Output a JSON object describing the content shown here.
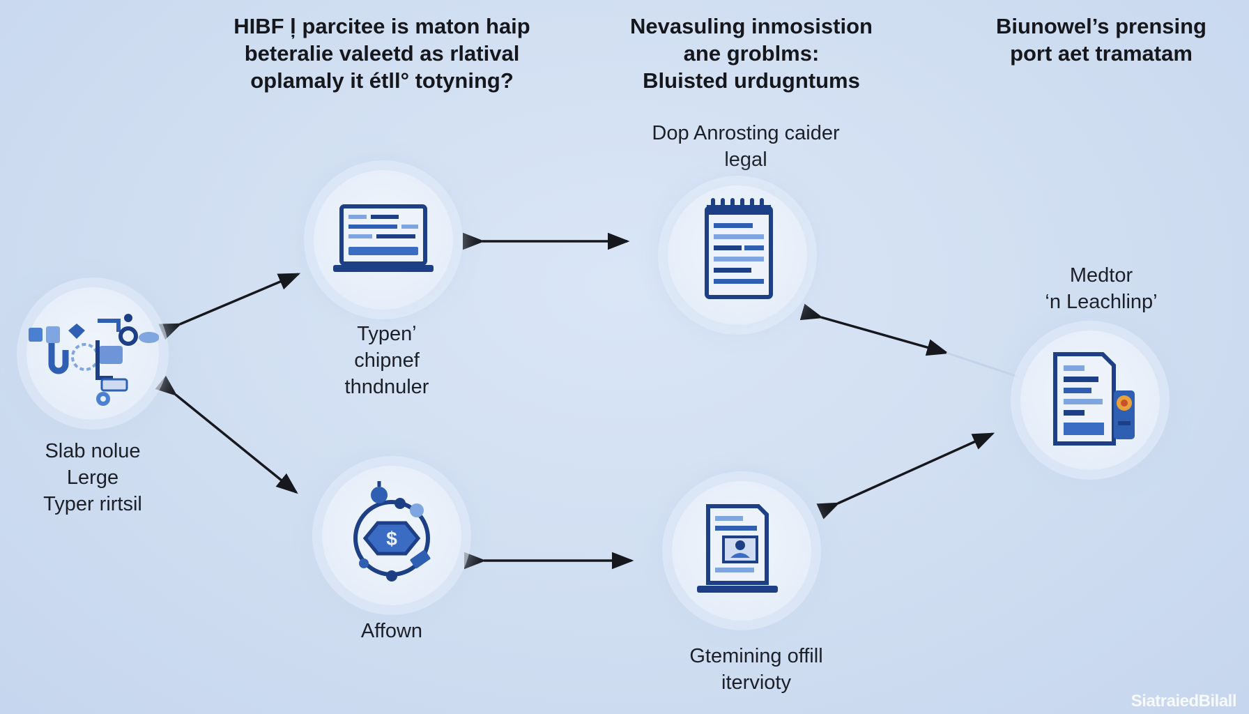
{
  "headings": {
    "left": [
      "HIBF l̦ parcitee is maton haip",
      "beteralie valeetd as rlatival",
      "oplamaly it étll° totyning?"
    ],
    "center": [
      "Nevasuling inmosistion",
      "ane groblms:",
      "Bluisted urdugntums"
    ],
    "right": [
      "Biunowel’s prensing",
      "port aet tramatam"
    ]
  },
  "nodes": {
    "hub": {
      "label": [
        "Slab nolue",
        "Lerge",
        "Typer rirtsil"
      ],
      "icon": "gears-tools-icon"
    },
    "laptop": {
      "label": [
        "Typenʼ",
        "chipnef",
        "thndnuler"
      ],
      "icon": "laptop-icon"
    },
    "document": {
      "label": [
        "Dop Anrosting caider",
        "legal"
      ],
      "icon": "notepad-document-icon"
    },
    "mentor": {
      "label": [
        "Medtor",
        "‘n Leachlinp’"
      ],
      "icon": "document-phone-icon"
    },
    "finance": {
      "label": [
        "Affown"
      ],
      "icon": "dollar-cycle-icon"
    },
    "screen": {
      "label": [
        "Gtemining offill",
        "iterviotу"
      ],
      "icon": "laptop-screen-icon"
    }
  },
  "watermark": "SiatraiedBilall",
  "colors": {
    "accent": "#2f5fb3",
    "accent_dark": "#1d3f86",
    "arrow": "#16181d"
  }
}
